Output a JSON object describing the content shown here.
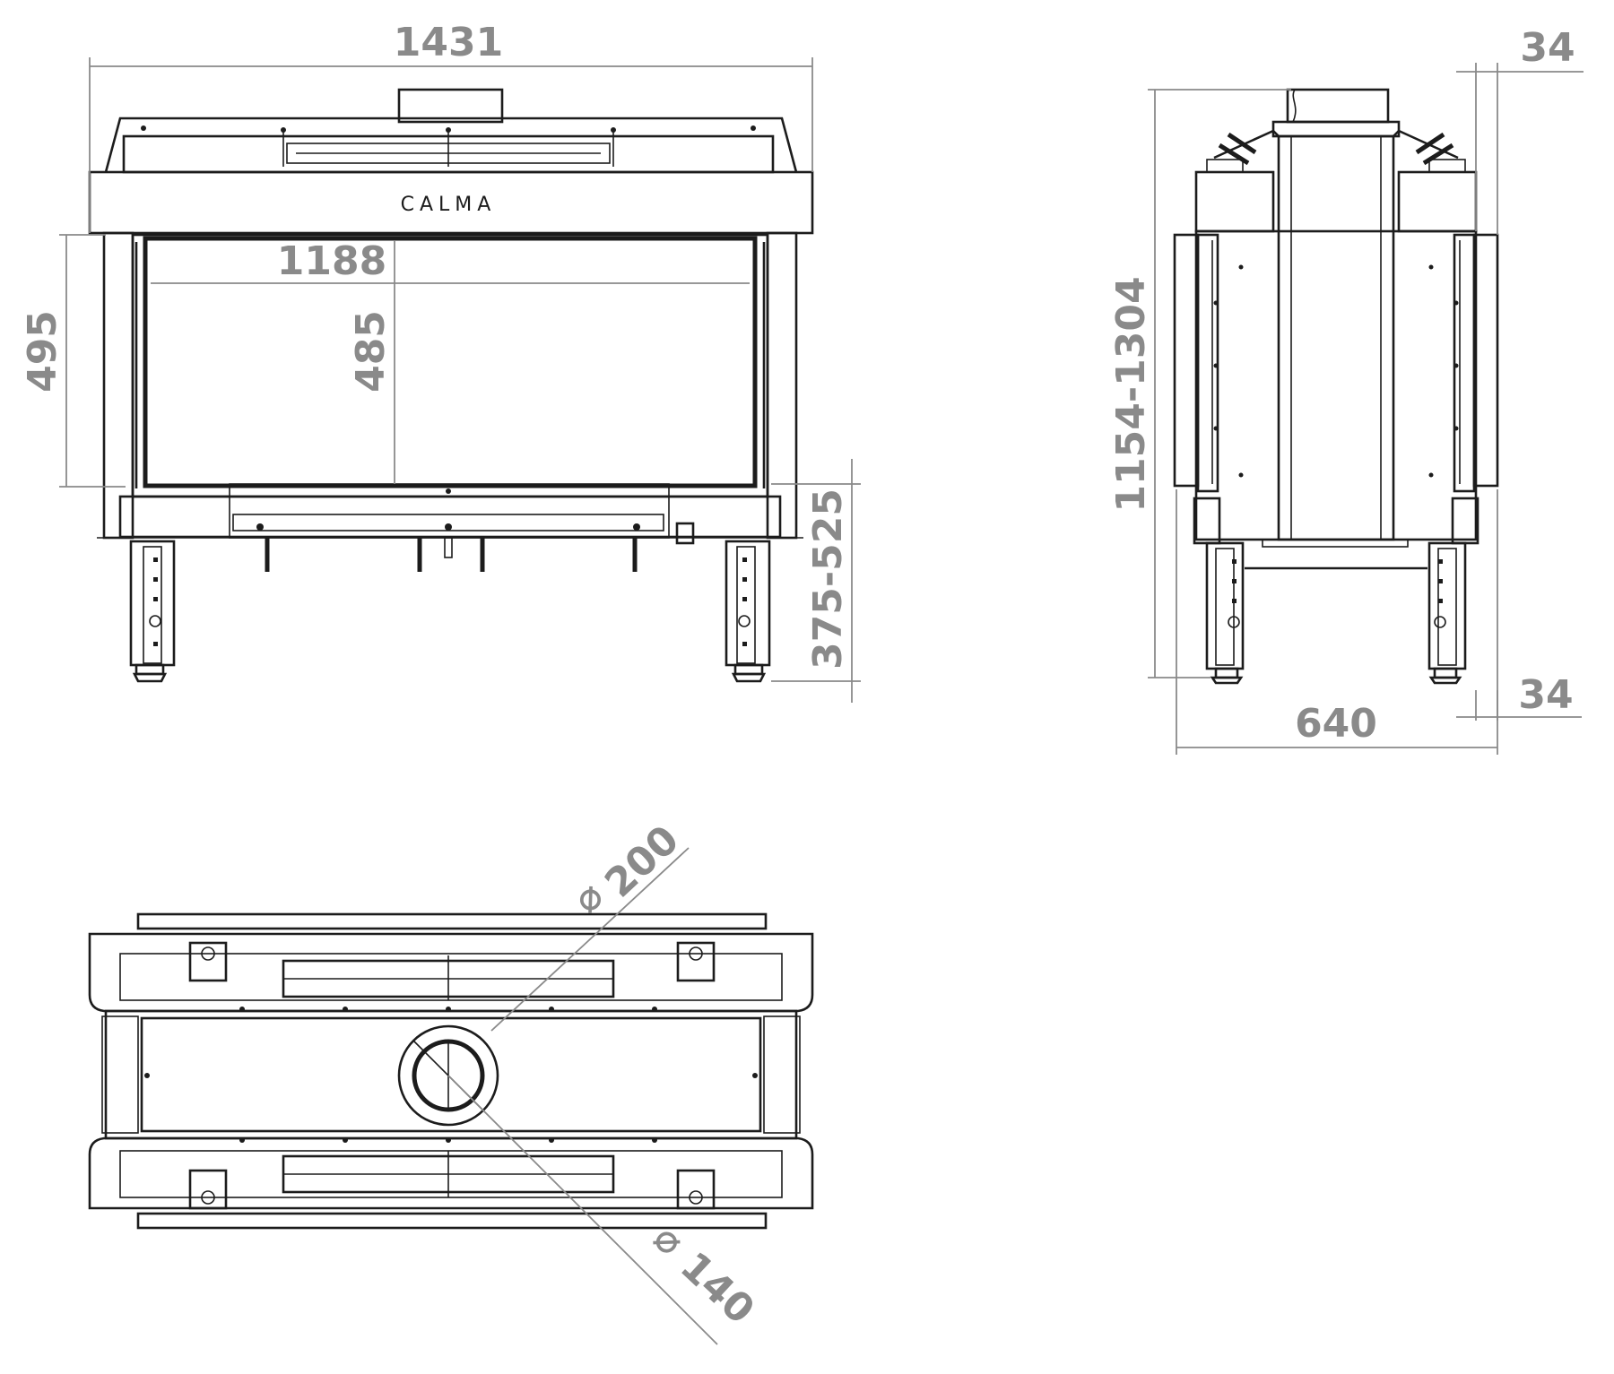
{
  "brand": {
    "logo_text": "CALMA"
  },
  "dimensions": {
    "overall_width": "1431",
    "glass_width": "1188",
    "glass_height": "485",
    "front_height": "495",
    "leg_height": "375-525",
    "total_height": "1154-1304",
    "depth": "640",
    "offset_top": "34",
    "offset_bottom": "34",
    "flue_diameter_outer": "200",
    "flue_diameter_inner": "140",
    "diameter_symbol": "⌀"
  },
  "colors": {
    "line": "#1c1c1c",
    "dimension": "#8a8a8a",
    "background": "#ffffff"
  }
}
